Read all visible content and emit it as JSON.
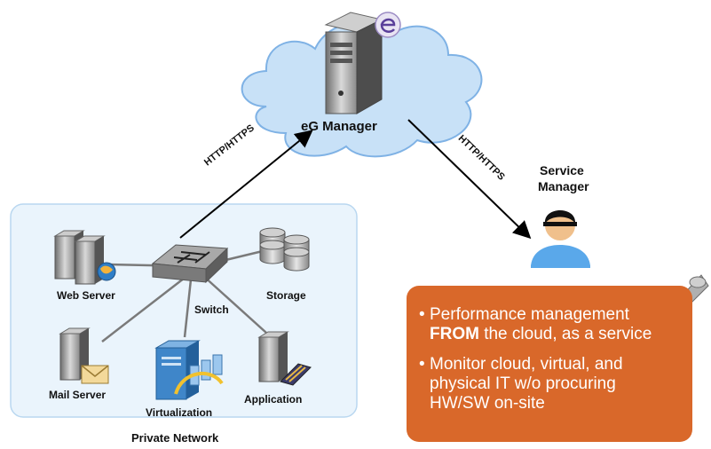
{
  "manager": {
    "label": "eG Manager"
  },
  "protocols": {
    "left": "HTTP/HTTPS",
    "right": "HTTP/HTTPS"
  },
  "service_manager": {
    "line1": "Service",
    "line2": "Manager"
  },
  "network": {
    "title": "Private Network",
    "web_server": "Web Server",
    "switch": "Switch",
    "storage": "Storage",
    "mail_server": "Mail Server",
    "virtualization": "Virtualization",
    "application": "Application"
  },
  "callout": {
    "bullet": "•",
    "item1_line1": "Performance management",
    "item1_bold": "FROM",
    "item1_rest": " the cloud, as a service",
    "item2_line1": "Monitor cloud, virtual, and",
    "item2_line2": "physical IT w/o procuring",
    "item2_line3": "HW/SW on-site"
  },
  "colors": {
    "cloud_fill": "#c8e1f7",
    "cloud_stroke": "#7fb2e5",
    "network_fill": "#eaf4fc",
    "callout_fill": "#d9682a"
  }
}
